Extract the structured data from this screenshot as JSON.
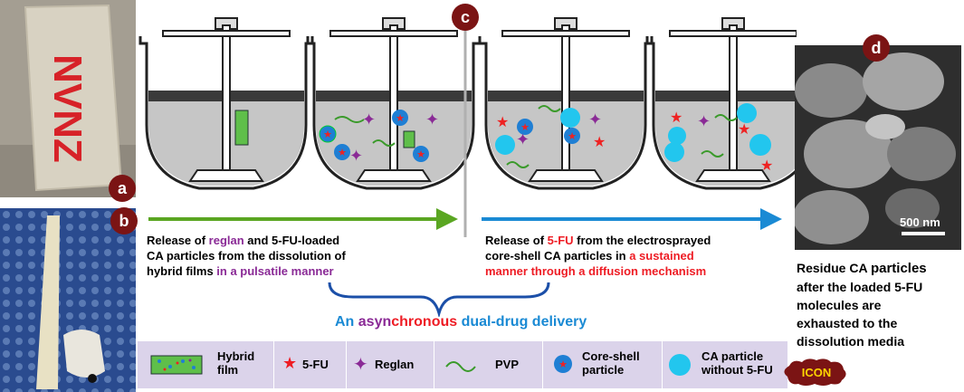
{
  "panels": {
    "a": "a",
    "b": "b",
    "c": "c",
    "d": "d"
  },
  "photo_a_handwriting": "NVNZ",
  "left_caption": {
    "line1_pre": "Release of ",
    "line1_highlight": "reglan",
    "line1_post": " and 5-FU-loaded",
    "line2": "CA particles from the dissolution of",
    "line3_pre": "hybrid films ",
    "line3_highlight": "in a pulsatile manner"
  },
  "right_caption": {
    "line1_pre": "Release of ",
    "line1_highlight": "5-FU",
    "line1_post": " from the electrosprayed",
    "line2_pre": "core-shell CA particles in ",
    "line2_highlight": "a sustained",
    "line3_highlight": "manner through a diffusion mechanism"
  },
  "title": {
    "part1": "An ",
    "part2": "asyn",
    "part3": "chronous",
    "part4": " dual-drug delivery"
  },
  "sem_scale": "500 nm",
  "residue_text": {
    "line1_a": "Residue CA ",
    "line1_b": "particles",
    "line2": "after the loaded 5-FU",
    "line3": "molecules are",
    "line4": "exhausted to the",
    "line5": "dissolution media"
  },
  "legend": [
    {
      "icon": "hybrid-film-icon",
      "label_l1": "Hybrid",
      "label_l2": "film"
    },
    {
      "icon": "red-star-icon",
      "label_l1": "5-FU",
      "label_l2": ""
    },
    {
      "icon": "purple-star-icon",
      "label_l1": "Reglan",
      "label_l2": ""
    },
    {
      "icon": "pvp-squiggle-icon",
      "label_l1": "PVP",
      "label_l2": ""
    },
    {
      "icon": "core-shell-icon",
      "label_l1": "Core-shell",
      "label_l2": "particle"
    },
    {
      "icon": "cyan-circle-icon",
      "label_l1": "CA particle",
      "label_l2": "without 5-FU"
    }
  ],
  "icon_label": "ICON",
  "colors": {
    "badge": "#7b1414",
    "green_arrow": "#5aa622",
    "blue_arrow": "#1a8ad4",
    "legend_bg": "#dbd3ea",
    "brace": "#1b4fa8",
    "red": "#ee1c24",
    "purple": "#8a2a96",
    "cyan": "#22c6ee"
  }
}
